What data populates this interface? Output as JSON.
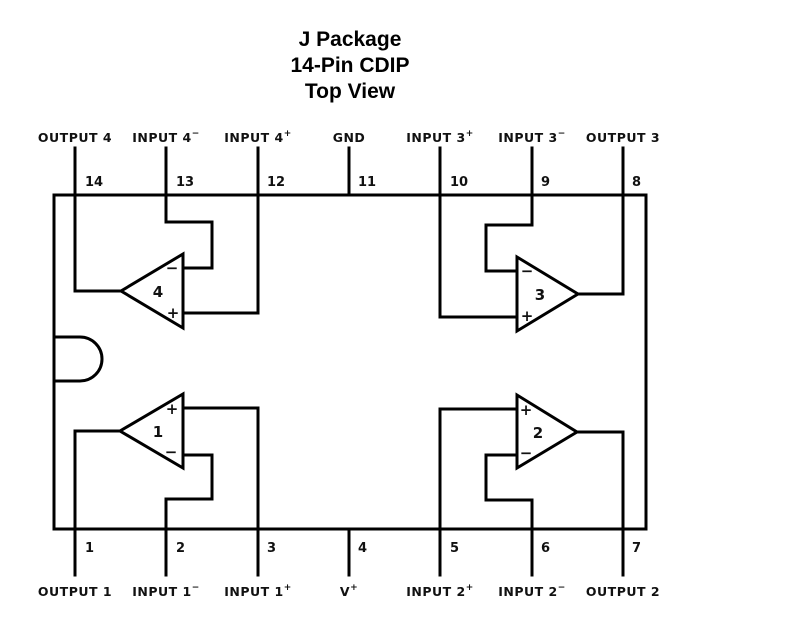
{
  "title": {
    "line1": "J Package",
    "line2": "14-Pin CDIP",
    "line3": "Top View"
  },
  "colors": {
    "line": "#000000",
    "background": "#ffffff"
  },
  "pins_top": [
    {
      "number": "14",
      "label": "OUTPUT 4",
      "sup": ""
    },
    {
      "number": "13",
      "label": "INPUT 4",
      "sup": "−"
    },
    {
      "number": "12",
      "label": "INPUT 4",
      "sup": "+"
    },
    {
      "number": "11",
      "label": "GND",
      "sup": ""
    },
    {
      "number": "10",
      "label": "INPUT 3",
      "sup": "+"
    },
    {
      "number": "9",
      "label": "INPUT 3",
      "sup": "−"
    },
    {
      "number": "8",
      "label": "OUTPUT 3",
      "sup": ""
    }
  ],
  "pins_bottom": [
    {
      "number": "1",
      "label": "OUTPUT 1",
      "sup": ""
    },
    {
      "number": "2",
      "label": "INPUT 1",
      "sup": "−"
    },
    {
      "number": "3",
      "label": "INPUT 1",
      "sup": "+"
    },
    {
      "number": "4",
      "label": "V",
      "sup": "+"
    },
    {
      "number": "5",
      "label": "INPUT 2",
      "sup": "+"
    },
    {
      "number": "6",
      "label": "INPUT 2",
      "sup": "−"
    },
    {
      "number": "7",
      "label": "OUTPUT 2",
      "sup": ""
    }
  ],
  "amplifiers": [
    {
      "id": "4",
      "plus_sign": "+",
      "minus_sign": "−"
    },
    {
      "id": "3",
      "plus_sign": "+",
      "minus_sign": "−"
    },
    {
      "id": "1",
      "plus_sign": "+",
      "minus_sign": "−"
    },
    {
      "id": "2",
      "plus_sign": "+",
      "minus_sign": "−"
    }
  ]
}
